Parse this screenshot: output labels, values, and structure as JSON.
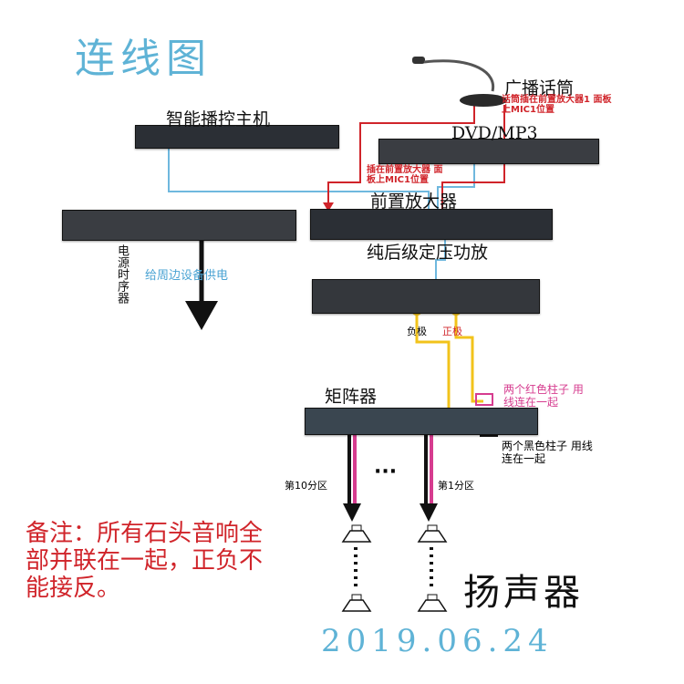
{
  "title": "连线图",
  "devices": {
    "host": "智能播控主机",
    "dvd": "DVD/MP3",
    "mic": "广播话筒",
    "preamp": "前置放大器",
    "amp": "纯后级定压功放",
    "matrix": "矩阵器",
    "power": "电源时序器"
  },
  "notes": {
    "mic_plug": "话筒插在前置放大器1 面板上MIC1位置",
    "dvd_plug": "插在前置放大器 面板上MIC1位置",
    "power_supply": "给周边设备供电",
    "negative": "负极",
    "positive": "正极",
    "red_posts": "两个红色柱子 用线连在一起",
    "black_posts": "两个黑色柱子 用线连在一起",
    "zone10": "第10分区",
    "zone1": "第1分区",
    "ellipsis": "···",
    "remark": "备注：所有石头音响全部并联在一起，正负不能接反。",
    "speakers": "扬声器",
    "date": "2019.06.24"
  },
  "colors": {
    "title": "#5fb3d6",
    "red_wire": "#d0242a",
    "blue_wire": "#6fb8de",
    "yellow_wire": "#f2c31b",
    "magenta": "#d63c8f",
    "device": "#2b2f35"
  },
  "icons": [
    "microphone-icon",
    "speaker-icon",
    "down-arrow-icon"
  ]
}
